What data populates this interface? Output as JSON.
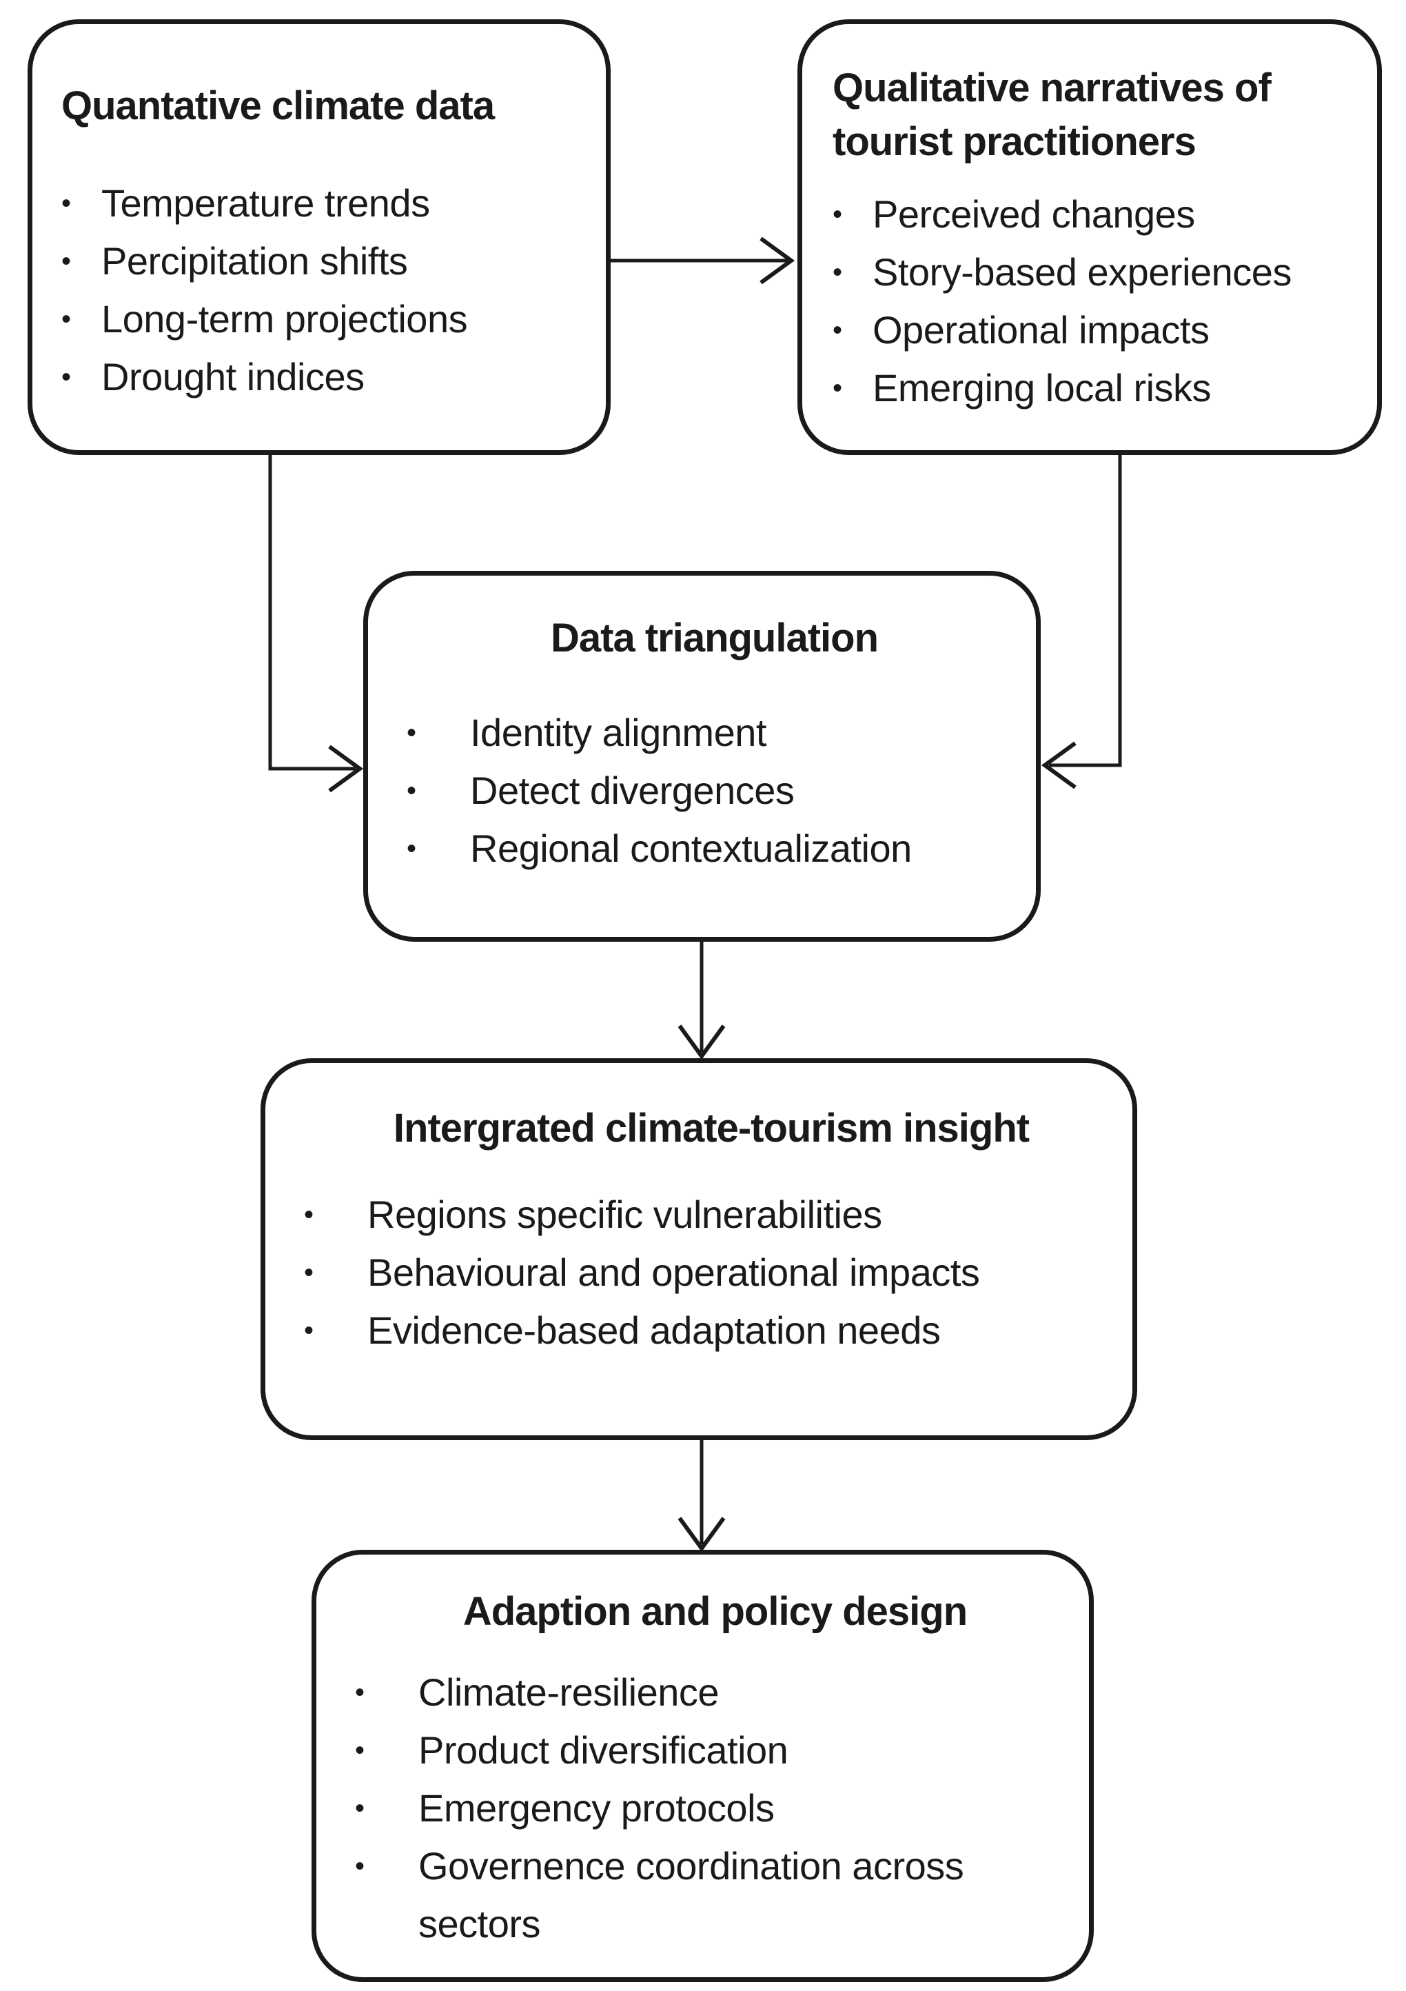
{
  "colors": {
    "ink": "#1a1a1a",
    "background": "#ffffff"
  },
  "glyphs": {
    "bullet": "•"
  },
  "boxes": {
    "quantitative": {
      "title": "Quantative climate data",
      "items": [
        "Temperature trends",
        "Percipitation shifts",
        "Long-term projections",
        "Drought indices"
      ]
    },
    "qualitative": {
      "title": "Qualitative narratives of\ntourist practitioners",
      "items": [
        "Perceived changes",
        "Story-based experiences",
        "Operational impacts",
        "Emerging local risks"
      ]
    },
    "triangulation": {
      "title": "Data triangulation",
      "items": [
        "Identity alignment",
        "Detect divergences",
        "Regional contextualization"
      ]
    },
    "insight": {
      "title": "Intergrated climate-tourism insight",
      "items": [
        "Regions specific vulnerabilities",
        "Behavioural and operational impacts",
        "Evidence-based adaptation needs"
      ]
    },
    "policy": {
      "title": "Adaption and policy design",
      "items": [
        "Climate-resilience",
        "Product diversification",
        "Emergency protocols",
        "Governence coordination across\nsectors"
      ]
    }
  },
  "arrows": [
    {
      "from": "quantitative",
      "to": "qualitative"
    },
    {
      "from": "quantitative",
      "to": "triangulation"
    },
    {
      "from": "qualitative",
      "to": "triangulation"
    },
    {
      "from": "triangulation",
      "to": "insight"
    },
    {
      "from": "insight",
      "to": "policy"
    }
  ]
}
